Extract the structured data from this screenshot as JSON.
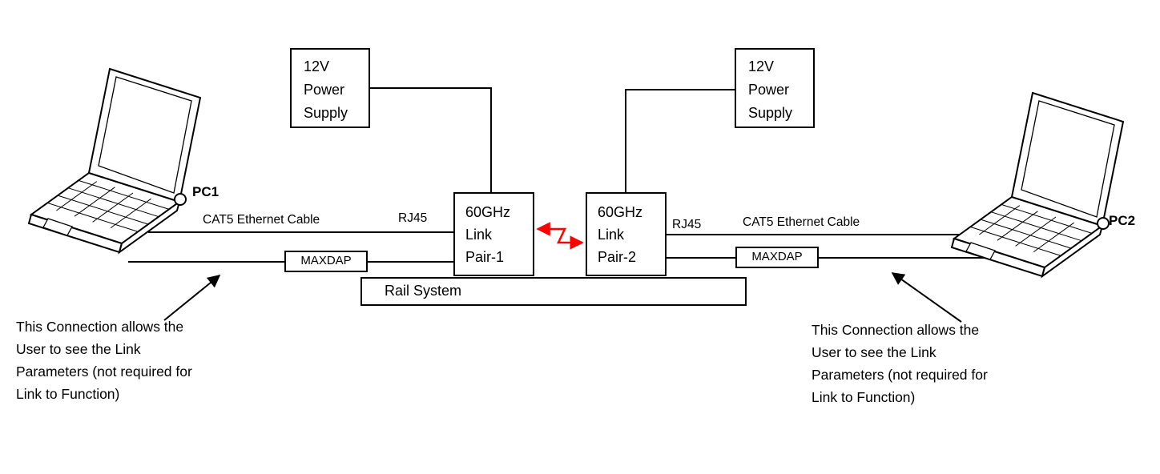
{
  "diagram": {
    "pc1_label": "PC1",
    "pc2_label": "PC2",
    "power_supply_left": "12V\nPower\nSupply",
    "power_supply_right": "12V\nPower\nSupply",
    "link_pair_1": "60GHz\nLink\nPair-1",
    "link_pair_2": "60GHz\nLink\nPair-2",
    "rail_system": "Rail System",
    "maxdap_left": "MAXDAP",
    "maxdap_right": "MAXDAP",
    "cat5_left": "CAT5 Ethernet Cable",
    "cat5_right": "CAT5 Ethernet Cable",
    "rj45_left": "RJ45",
    "rj45_right": "RJ45",
    "note_left": "This Connection allows the\nUser to see the Link\nParameters (not required for\nLink to Function)",
    "note_right": "This Connection allows the\nUser to see the Link\nParameters (not required for\nLink to Function)",
    "colors": {
      "line": "#000000",
      "wireless_link": "#ff0000",
      "background": "#ffffff"
    },
    "icons": {
      "laptop_left": "laptop-icon",
      "laptop_right": "laptop-icon",
      "wireless_link": "red-zigzag-double-arrow"
    }
  }
}
